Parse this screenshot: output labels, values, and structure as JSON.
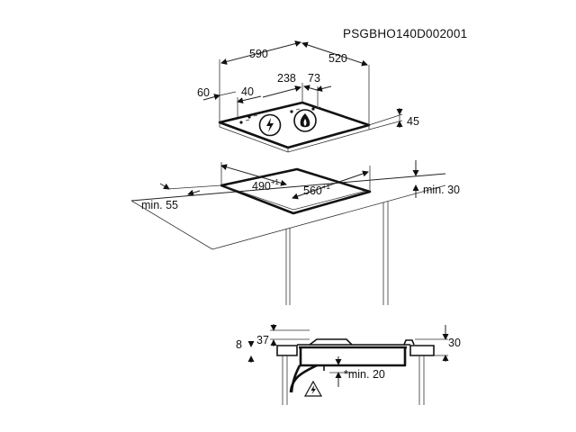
{
  "product_code": "PSGBHO140D002001",
  "hob_dimensions": {
    "width": "590",
    "depth": "520",
    "burner_spacing": "238",
    "burner_offset": "73",
    "control_offset_left": "60",
    "control_offset_inner": "40",
    "height": "45"
  },
  "cutout": {
    "width": "560",
    "width_tolerance": "+1",
    "depth": "490",
    "depth_tolerance": "+1",
    "min_front": "min. 55",
    "min_back": "min. 30"
  },
  "section": {
    "top_gap": "37",
    "left_height": "8",
    "right_height": "30",
    "min_clearance": "*min. 20"
  },
  "icons": {
    "left_burner_symbol": "lightning-bolt-icon",
    "right_burner_symbol": "flame-icon",
    "section_warning_symbol": "electric-warning-icon"
  }
}
